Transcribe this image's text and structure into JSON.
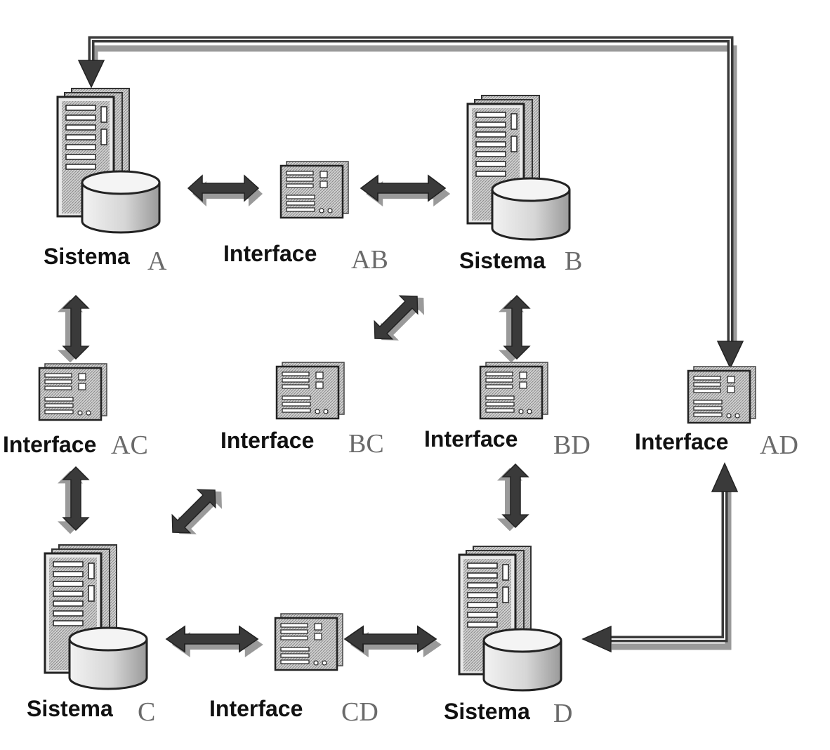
{
  "colors": {
    "arrow": "#3a3a3a",
    "arrow_shadow": "#9a9a9a",
    "device": "#555555",
    "device_light": "#d9d9d9",
    "label_dark": "#111111",
    "label_grey": "#6a6a6a"
  },
  "systems": [
    {
      "id": "A",
      "word": "Sistema",
      "letter": "A"
    },
    {
      "id": "B",
      "word": "Sistema",
      "letter": "B"
    },
    {
      "id": "C",
      "word": "Sistema",
      "letter": "C"
    },
    {
      "id": "D",
      "word": "Sistema",
      "letter": "D"
    }
  ],
  "interfaces": [
    {
      "id": "AB",
      "word": "Interface",
      "code": "AB"
    },
    {
      "id": "AC",
      "word": "Interface",
      "code": "AC"
    },
    {
      "id": "BC",
      "word": "Interface",
      "code": "BC"
    },
    {
      "id": "BD",
      "word": "Interface",
      "code": "BD"
    },
    {
      "id": "AD",
      "word": "Interface",
      "code": "AD"
    },
    {
      "id": "CD",
      "word": "Interface",
      "code": "CD"
    }
  ]
}
